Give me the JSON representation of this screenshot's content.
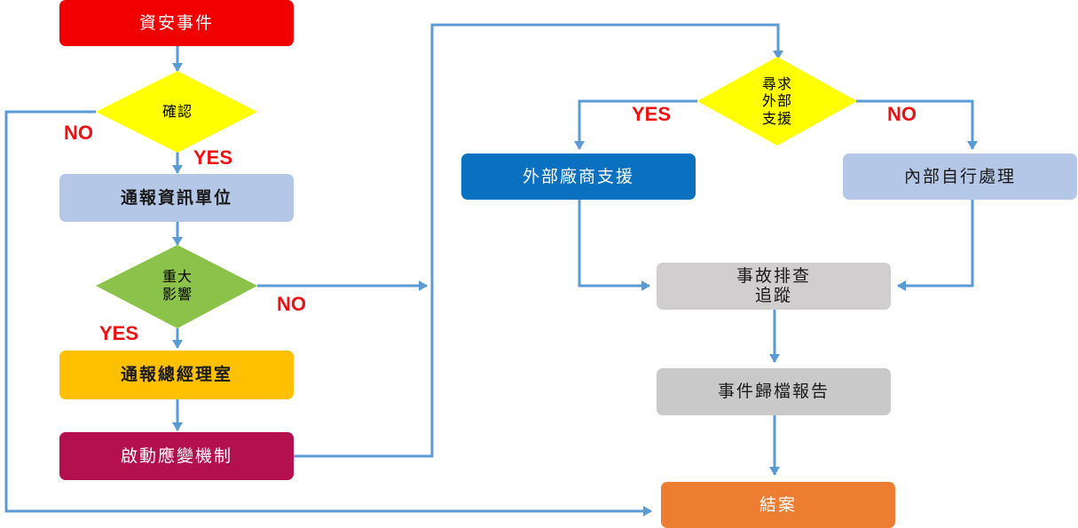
{
  "diagram": {
    "colors": {
      "line": "#5b9bd5",
      "red": "#f00000",
      "yellow": "#ffff00",
      "green": "#8bc34a",
      "light_blue": "#b4c7e7",
      "amber": "#ffc000",
      "crimson": "#b5104e",
      "blue": "#0a70c0",
      "gray": "#d0cece",
      "gray_dark": "#c9c9c9",
      "orange": "#ed7d31",
      "label_red": "#ee1111"
    },
    "nodes": {
      "incident": "資安事件",
      "confirm": "確認",
      "notify_it": "通報資訊單位",
      "major_impact": "重大\n影響",
      "notify_gm": "通報總經理室",
      "activate_response": "啟動應變機制",
      "seek_external": "尋求\n外部\n支援",
      "vendor_support": "外部廠商支援",
      "internal_handle": "內部自行處理",
      "troubleshoot": "事故排查\n追蹤",
      "archive_report": "事件歸檔報告",
      "close_case": "結案"
    },
    "labels": {
      "confirm_no": "NO",
      "confirm_yes": "YES",
      "impact_no": "NO",
      "impact_yes": "YES",
      "external_yes": "YES",
      "external_no": "NO"
    }
  }
}
